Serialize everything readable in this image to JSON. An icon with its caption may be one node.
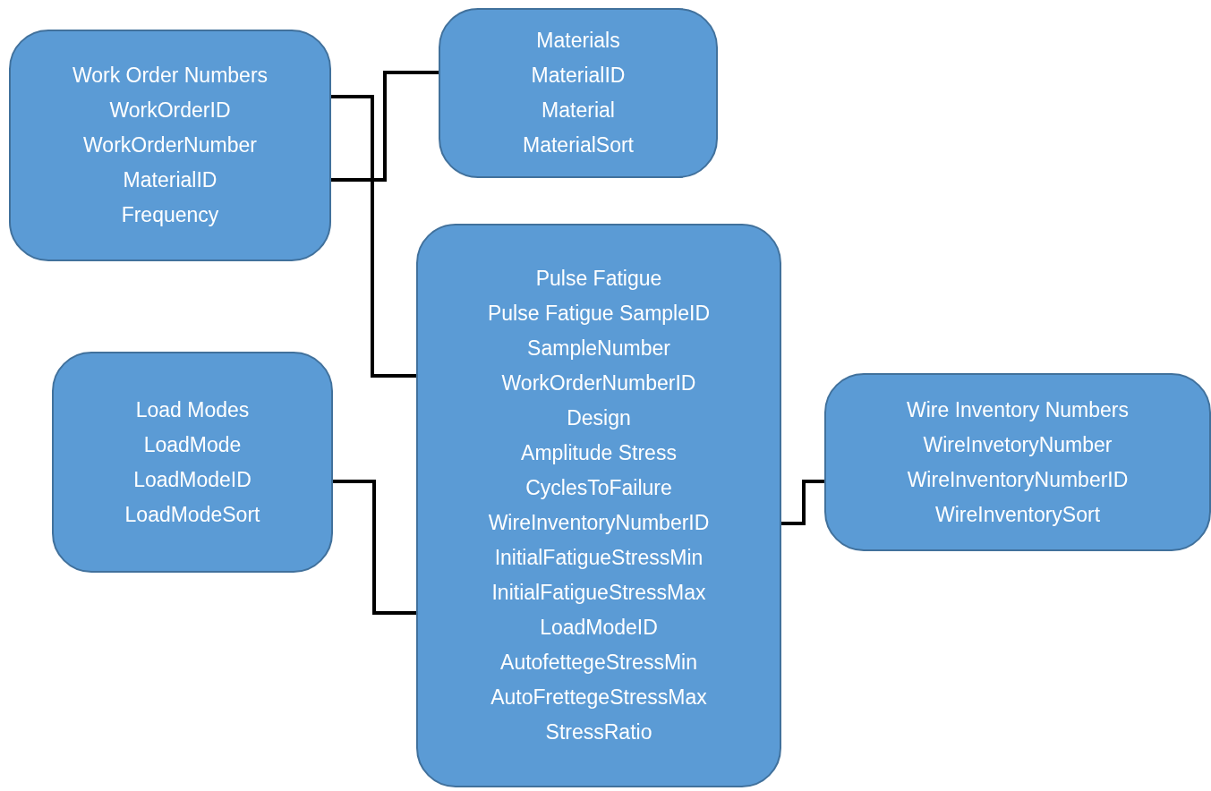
{
  "diagram": {
    "nodes": [
      {
        "text": [
          "Work Order Numbers",
          "WorkOrderID",
          "WorkOrderNumber",
          "MaterialID",
          "Frequency"
        ]
      },
      {
        "text": [
          "Materials",
          "MaterialID",
          "Material",
          "MaterialSort"
        ]
      },
      {
        "text": [
          "Pulse Fatigue",
          "Pulse Fatigue SampleID",
          "SampleNumber",
          "WorkOrderNumberID",
          "Design",
          "Amplitude Stress",
          "CyclesToFailure",
          "WireInventoryNumberID",
          "InitialFatigueStressMin",
          "InitialFatigueStressMax",
          "LoadModeID",
          "AutofettegeStressMin",
          "AutoFrettegeStressMax",
          "StressRatio"
        ]
      },
      {
        "text": [
          "Load Modes",
          "LoadMode",
          "LoadModeID",
          "LoadModeSort"
        ]
      },
      {
        "text": [
          "Wire Inventory Numbers",
          "WireInvetoryNumber",
          "WireInventoryNumberID",
          "WireInventorySort"
        ]
      }
    ],
    "edges": [
      {
        "from": 0,
        "to": 2,
        "arrow": "none"
      },
      {
        "from": 0,
        "to": 1,
        "arrow": "none"
      },
      {
        "from": 3,
        "to": 2,
        "arrow": "none"
      },
      {
        "from": 2,
        "to": 4,
        "arrow": "none"
      }
    ]
  }
}
